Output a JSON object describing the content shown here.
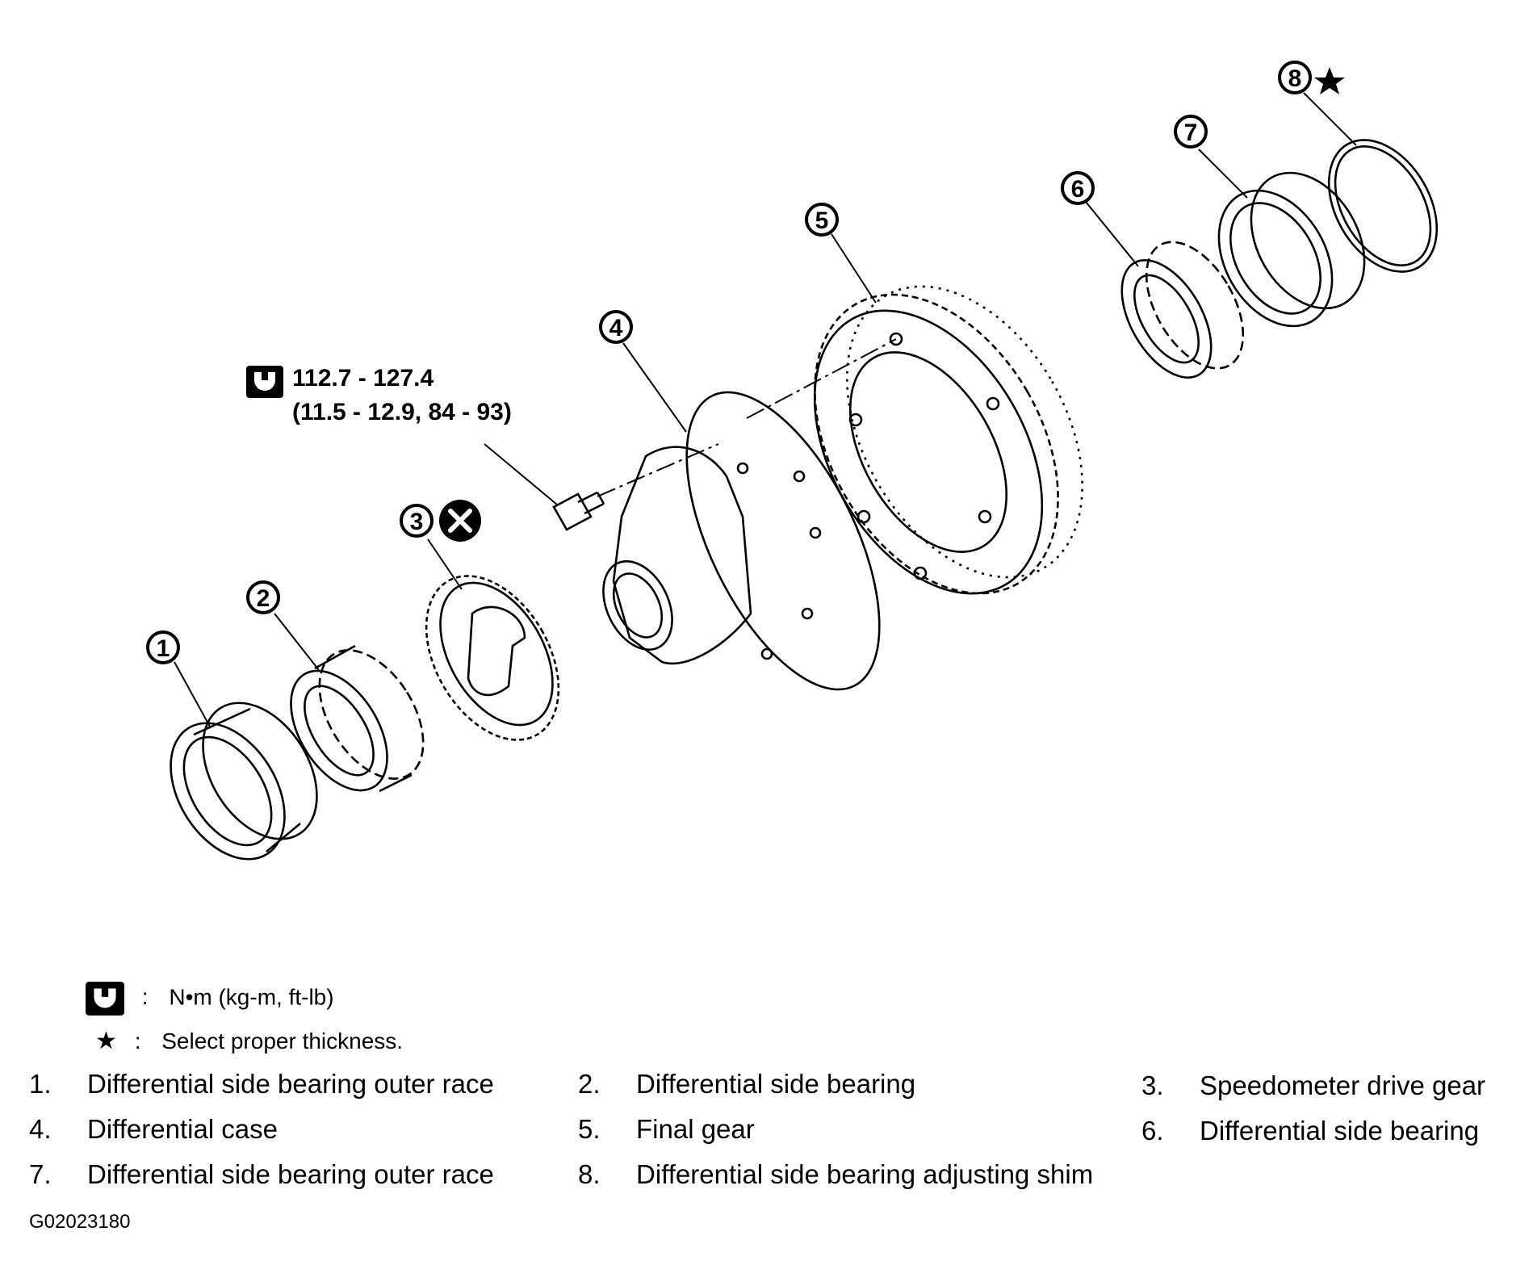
{
  "callouts": [
    {
      "num": "1"
    },
    {
      "num": "2"
    },
    {
      "num": "3"
    },
    {
      "num": "4"
    },
    {
      "num": "5"
    },
    {
      "num": "6"
    },
    {
      "num": "7"
    },
    {
      "num": "8"
    }
  ],
  "torque": {
    "icon": "torque-wrench-icon",
    "line1": "112.7 - 127.4",
    "line2": "(11.5 - 12.9, 84 - 93)"
  },
  "markers": {
    "replace": "circled-x-icon",
    "select": "star-icon"
  },
  "legend": [
    {
      "symbol": "torque-wrench-icon",
      "sep": ":",
      "text": "N•m  (kg-m,  ft-lb)"
    },
    {
      "symbol": "★",
      "sep": ":",
      "text": "Select proper thickness."
    }
  ],
  "parts": [
    {
      "num": "1.",
      "name": "Differential side bearing outer race"
    },
    {
      "num": "2.",
      "name": "Differential side bearing"
    },
    {
      "num": "3.",
      "name": "Speedometer drive gear"
    },
    {
      "num": "4.",
      "name": "Differential case"
    },
    {
      "num": "5.",
      "name": "Final gear"
    },
    {
      "num": "6.",
      "name": "Differential side bearing"
    },
    {
      "num": "7.",
      "name": "Differential side bearing outer race"
    },
    {
      "num": "8.",
      "name": "Differential side bearing adjusting shim"
    }
  ],
  "figure_code": "G02023180"
}
